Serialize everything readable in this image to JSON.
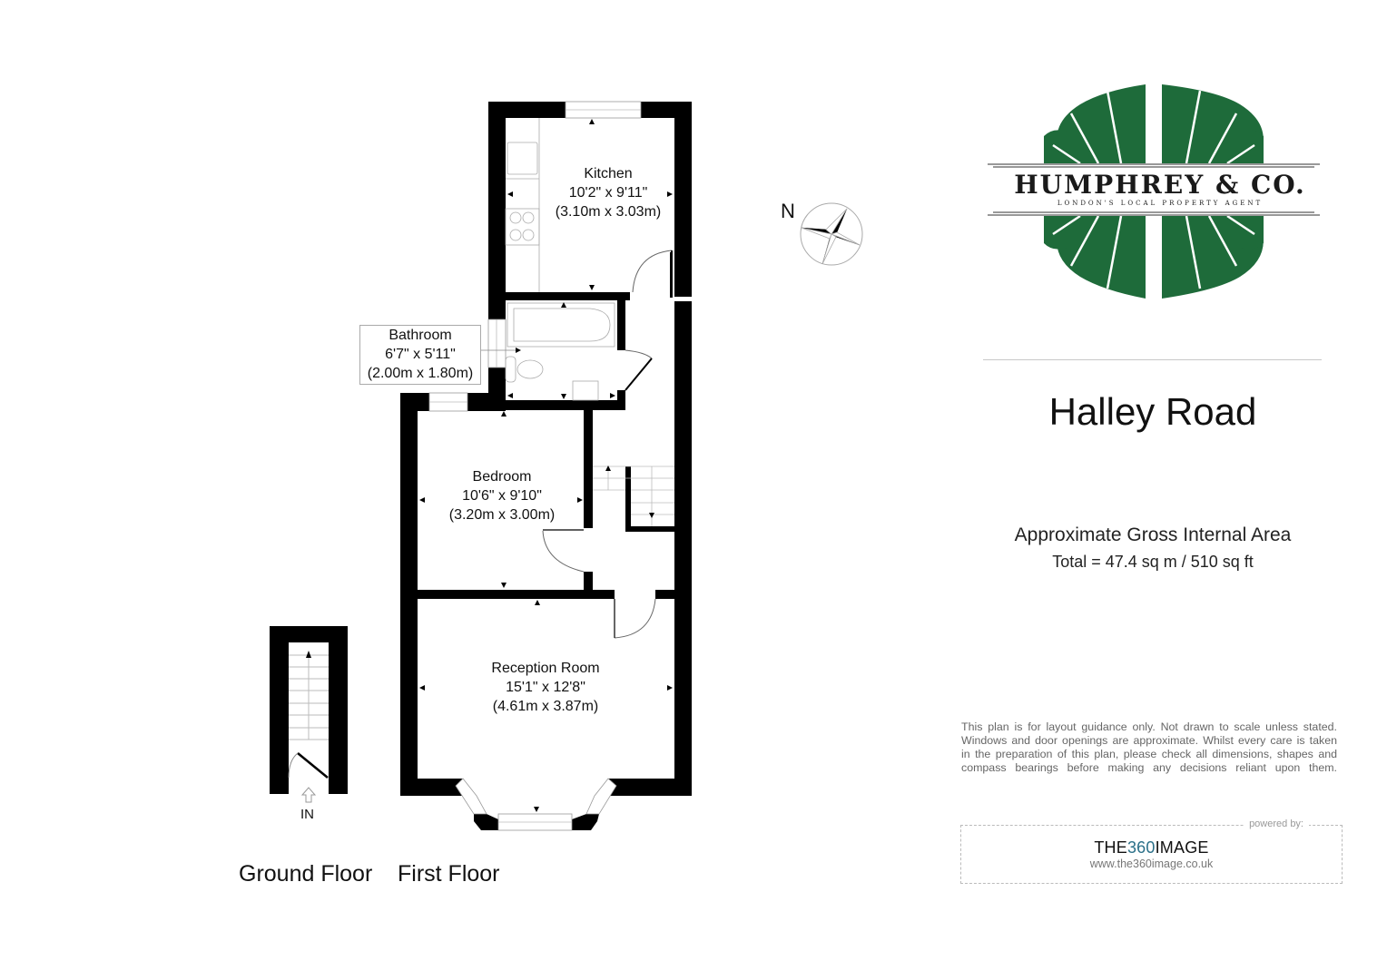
{
  "property": {
    "title": "Halley Road",
    "area_heading": "Approximate Gross Internal Area",
    "area_total": "Total = 47.4 sq m / 510 sq ft"
  },
  "brand": {
    "name": "HUMPHREY & CO.",
    "tagline": "LONDON'S LOCAL PROPERTY AGENT",
    "color": "#1e6b3a"
  },
  "rooms": {
    "kitchen": {
      "name": "Kitchen",
      "imperial": "10'2\" x 9'11\"",
      "metric": "(3.10m x 3.03m)"
    },
    "bathroom": {
      "name": "Bathroom",
      "imperial": "6'7\" x 5'11\"",
      "metric": "(2.00m x 1.80m)"
    },
    "bedroom": {
      "name": "Bedroom",
      "imperial": "10'6\" x 9'10\"",
      "metric": "(3.20m x 3.00m)"
    },
    "reception": {
      "name": "Reception Room",
      "imperial": "15'1\" x 12'8\"",
      "metric": "(4.61m x 3.87m)"
    }
  },
  "floors": {
    "ground": "Ground Floor",
    "first": "First Floor"
  },
  "entrance_label": "IN",
  "compass": {
    "label": "N",
    "icon": "compass-rose-icon"
  },
  "disclaimer": {
    "lines": [
      "This plan is for layout guidance only. Not drawn to scale unless stated.",
      "Windows and door openings are approximate. Whilst every care is taken",
      "in the preparation of this plan, please check all dimensions, shapes and",
      "compass bearings before making any decisions reliant upon them."
    ]
  },
  "powered": {
    "label": "powered by:",
    "brand_prefix": "THE",
    "brand_num": "360",
    "brand_suffix": "IMAGE",
    "url": "www.the360image.co.uk"
  }
}
